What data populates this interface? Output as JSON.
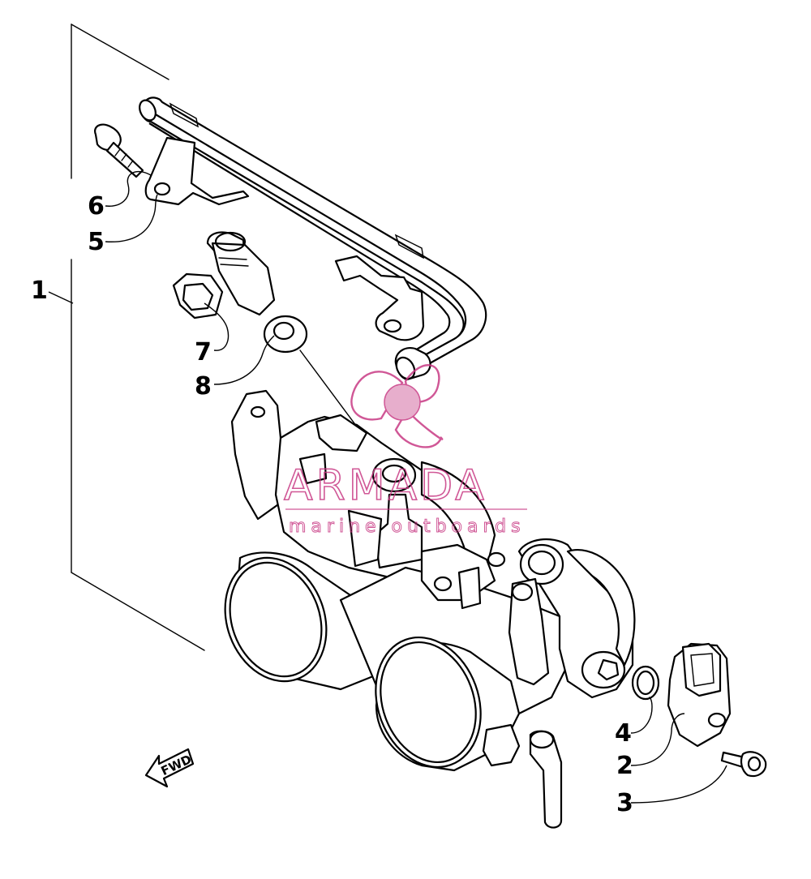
{
  "callouts": {
    "c1": "1",
    "c2": "2",
    "c3": "3",
    "c4": "4",
    "c5": "5",
    "c6": "6",
    "c7": "7",
    "c8": "8"
  },
  "fwd_label": "FWD",
  "watermark": {
    "title": "ARMADA",
    "subtitle": "marine outboards",
    "color": "#c83a84"
  }
}
